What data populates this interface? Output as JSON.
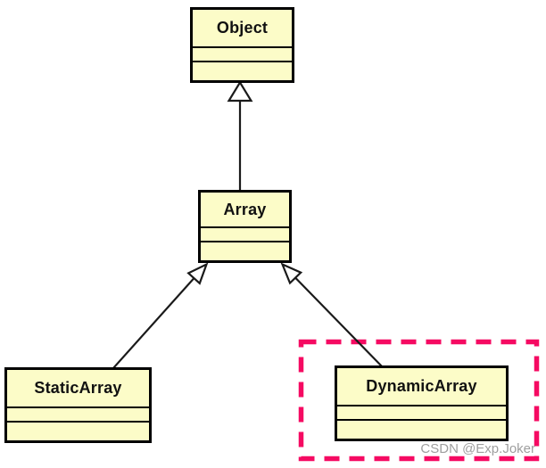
{
  "diagram": {
    "type": "uml-class-diagram",
    "classes": [
      {
        "name": "Object",
        "attributes": [],
        "operations": []
      },
      {
        "name": "Array",
        "attributes": [],
        "operations": []
      },
      {
        "name": "StaticArray",
        "attributes": [],
        "operations": []
      },
      {
        "name": "DynamicArray",
        "attributes": [],
        "operations": []
      }
    ],
    "relations": [
      {
        "from": "Array",
        "to": "Object",
        "type": "generalization"
      },
      {
        "from": "StaticArray",
        "to": "Array",
        "type": "generalization"
      },
      {
        "from": "DynamicArray",
        "to": "Array",
        "type": "generalization"
      }
    ],
    "highlight": {
      "target": "DynamicArray",
      "style": "dashed-rectangle",
      "color": "#F50A62"
    },
    "colors": {
      "class_fill": "#FCFCC8",
      "class_border": "#000000",
      "arrow_line": "#1A1A1A",
      "background": "#FFFFFF",
      "watermark": "#9E9E9E"
    }
  },
  "watermark": {
    "text": "CSDN @Exp.Joker"
  }
}
